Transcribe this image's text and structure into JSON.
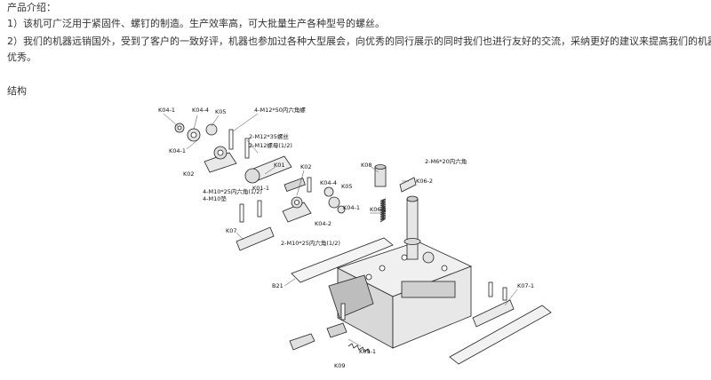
{
  "intro": {
    "heading": "产品介绍：",
    "point1": "1）该机可广泛用于紧固件、螺钉的制造。生产效率高，可大批量生产各种型号的螺丝。",
    "point2_line1": "2）我们的机器远销国外，受到了客户的一致好评，机器也参加过各种大型展会，向优秀的同行展示的同时我们也进行友好的交流，采纳更好的建议来提高我们的机器更加",
    "point2_line2": "优秀。"
  },
  "structure": {
    "heading": "结构",
    "labels": {
      "k04_1_top": "K04-1",
      "k04_4_top": "K04-4",
      "k05_top": "K05",
      "bolt_m12_50": "4-M12*50内六角螺",
      "k04_1_left": "K04-1",
      "k02_left": "K02",
      "m12_35": "2-M12*35螺丝",
      "m12_nut": "2-M12螺母(1/2)",
      "k01": "K01",
      "k02_mid": "K02",
      "k01_1": "K01-1",
      "m10_25_a": "4-M10*25内六角(1/2)",
      "m10_washer": "4-M10垫",
      "k04_4_mid": "K04-4",
      "k05_mid": "K05",
      "k04_2": "K04-2",
      "k04_1_right": "K04-1",
      "k08": "K08",
      "m6_20": "2-M6*20内六角",
      "k06_2": "K06-2",
      "k06_1": "K06-1",
      "k07": "K07",
      "m10_25_b": "2-M10*25内六角(1/2)",
      "b21": "B21",
      "k07_1": "K07-1",
      "k09_1": "K09-1",
      "k09": "K09"
    }
  }
}
